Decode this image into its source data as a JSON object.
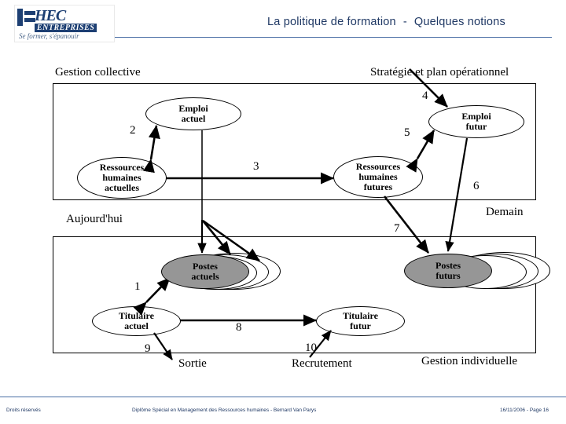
{
  "logo": {
    "brand": "HEC",
    "sub": "ENTREPRISES",
    "tagline": "Se former, s'épanouir"
  },
  "header": {
    "title_left": "La politique de formation",
    "title_dash": "-",
    "title_right": "Quelques notions"
  },
  "captions": {
    "gestion_collective": "Gestion collective",
    "strategie": "Stratégie et plan opérationnel",
    "aujourdhui": "Aujourd'hui",
    "demain": "Demain",
    "gestion_individuelle": "Gestion individuelle",
    "sortie": "Sortie",
    "recrutement": "Recrutement"
  },
  "nodes": {
    "emploi_actuel": "Emploi\nactuel",
    "emploi_actuel_l1": "Emploi",
    "emploi_actuel_l2": "actuel",
    "rh_actuelles_l1": "Ressources",
    "rh_actuelles_l2": "humaines",
    "rh_actuelles_l3": "actuelles",
    "emploi_futur_l1": "Emploi",
    "emploi_futur_l2": "futur",
    "rh_futures_l1": "Ressources",
    "rh_futures_l2": "humaines",
    "rh_futures_l3": "futures",
    "postes_actuels_l1": "Postes",
    "postes_actuels_l2": "actuels",
    "postes_futurs_l1": "Postes",
    "postes_futurs_l2": "futurs",
    "titulaire_actuel_l1": "Titulaire",
    "titulaire_actuel_l2": "actuel",
    "titulaire_futur_l1": "Titulaire",
    "titulaire_futur_l2": "futur"
  },
  "numbers": {
    "n1": "1",
    "n2": "2",
    "n3": "3",
    "n4": "4",
    "n5": "5",
    "n6": "6",
    "n7": "7",
    "n8": "8",
    "n9": "9",
    "n10": "10"
  },
  "footer": {
    "left": "Droits réservés",
    "center": "Diplôme Spécial en Management des Ressources humaines - Bernard Van Parys",
    "right": "16/11/2006 - Page 16"
  },
  "colors": {
    "accent": "#1f3864",
    "rule": "#4a6fa5",
    "node_fill": "#969696",
    "stroke": "#000000"
  }
}
